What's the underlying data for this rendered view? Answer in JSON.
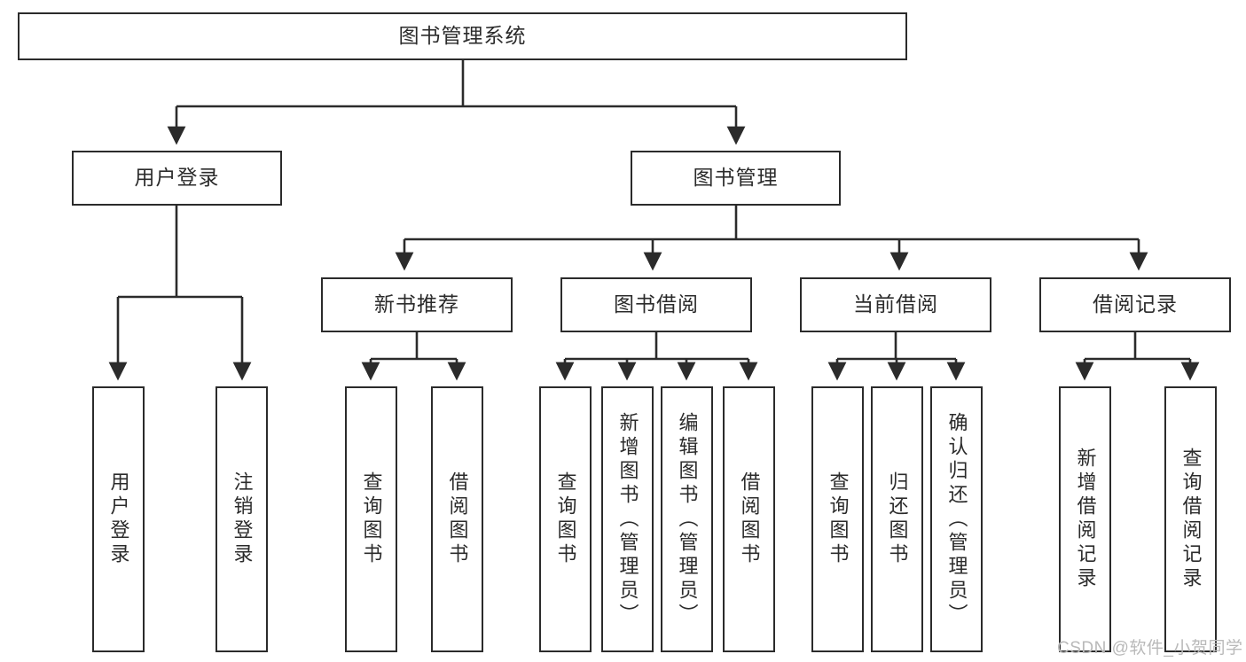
{
  "diagram": {
    "type": "tree-hierarchy-chart",
    "title": "图书管理系统",
    "watermark": "CSDN @软件_小贺同学",
    "colors": {
      "background": "#ffffff",
      "border": "#2b2b2b",
      "text": "#2b2b2b",
      "edge": "#2b2b2b",
      "watermark": "#b9b9b9"
    },
    "nodes": {
      "root": {
        "label": "图书管理系统"
      },
      "level2": [
        {
          "id": "user-login",
          "label": "用户登录"
        },
        {
          "id": "book-management",
          "label": "图书管理"
        }
      ],
      "level3": [
        {
          "id": "new-book-recommend",
          "label": "新书推荐"
        },
        {
          "id": "book-borrow",
          "label": "图书借阅"
        },
        {
          "id": "current-borrow",
          "label": "当前借阅"
        },
        {
          "id": "borrow-record",
          "label": "借阅记录"
        }
      ],
      "leaves": {
        "user-login": [
          {
            "id": "leaf-user-login",
            "label": "用户登录"
          },
          {
            "id": "leaf-logout-login",
            "label": "注销登录"
          }
        ],
        "new-book-recommend": [
          {
            "id": "leaf-query-book-1",
            "label": "查询图书"
          },
          {
            "id": "leaf-borrow-book-1",
            "label": "借阅图书"
          }
        ],
        "book-borrow": [
          {
            "id": "leaf-query-book-2",
            "label": "查询图书"
          },
          {
            "id": "leaf-add-book",
            "label": "新增图书（管理员）"
          },
          {
            "id": "leaf-edit-book",
            "label": "编辑图书（管理员）"
          },
          {
            "id": "leaf-borrow-book-2",
            "label": "借阅图书"
          }
        ],
        "current-borrow": [
          {
            "id": "leaf-query-book-3",
            "label": "查询图书"
          },
          {
            "id": "leaf-return-book",
            "label": "归还图书"
          },
          {
            "id": "leaf-confirm-return",
            "label": "确认归还（管理员）"
          }
        ],
        "borrow-record": [
          {
            "id": "leaf-add-record",
            "label": "新增借阅记录"
          },
          {
            "id": "leaf-query-record",
            "label": "查询借阅记录"
          }
        ]
      }
    }
  }
}
